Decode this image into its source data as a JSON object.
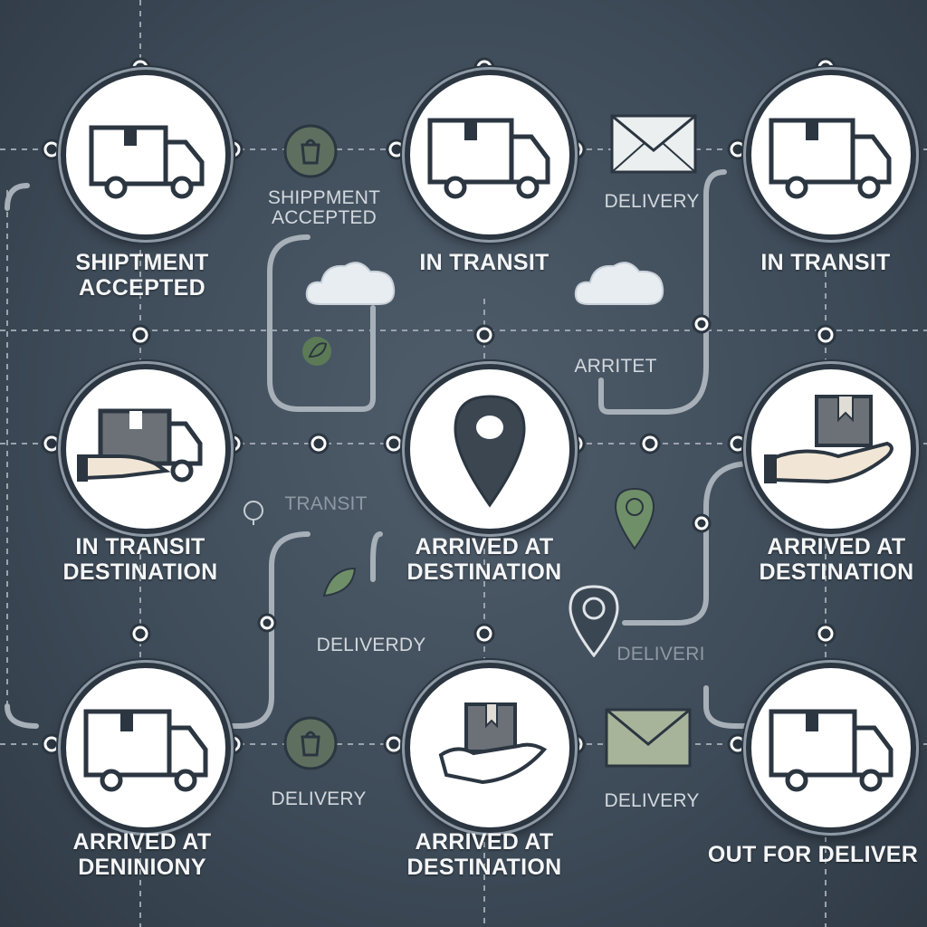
{
  "nodes": [
    {
      "id": "n1",
      "icon": "truck-icon",
      "label_lines": [
        "SHIPTMENT",
        "ACCEPTED"
      ]
    },
    {
      "id": "n2",
      "icon": "truck-icon",
      "label_lines": [
        "IN TRANSIT"
      ]
    },
    {
      "id": "n3",
      "icon": "truck-icon",
      "label_lines": [
        "IN TRANSIT"
      ]
    },
    {
      "id": "n4",
      "icon": "truck-hand-icon",
      "label_lines": [
        "IN TRANSIT",
        "DESTINATION"
      ]
    },
    {
      "id": "n5",
      "icon": "map-pin-icon",
      "label_lines": [
        "ARRIVED AT",
        "DESTINATION"
      ]
    },
    {
      "id": "n6",
      "icon": "hand-package-icon",
      "label_lines": [
        "ARRIVED AT",
        "DESTINATION"
      ]
    },
    {
      "id": "n7",
      "icon": "truck-icon",
      "label_lines": [
        "ARRIVED AT",
        "DENINIONY"
      ]
    },
    {
      "id": "n8",
      "icon": "hand-package-icon",
      "label_lines": [
        "ARRIVED AT",
        "DESTINATION"
      ]
    },
    {
      "id": "n9",
      "icon": "truck-icon",
      "label_lines": [
        "OUT FOR DELIVER"
      ]
    }
  ],
  "connector_labels": {
    "shipment_accepted": [
      "SHIPPMENT",
      "ACCEPTED"
    ],
    "delivery_top": "DELIVERY",
    "arritet": "ARRITET",
    "transit_mid": "TRANSIT",
    "deliverdy": "DELIVERDY",
    "deliver_faded": "DELIVERI",
    "delivery_bottom_left": "DELIVERY",
    "delivery_bottom_right": "DELIVERY"
  },
  "decor_icons": [
    "bag-icon",
    "envelope-icon",
    "cloud-icon",
    "leaf-icon",
    "map-pin-icon",
    "badge-icon"
  ],
  "colors": {
    "background": "#3d4a57",
    "node_fill": "#ffffff",
    "icon_stroke": "#2b3641",
    "box_fill": "#6b7177",
    "accent_green": "#6f8f68",
    "cloud": "#e8edf2",
    "line": "#a7b0b8"
  }
}
